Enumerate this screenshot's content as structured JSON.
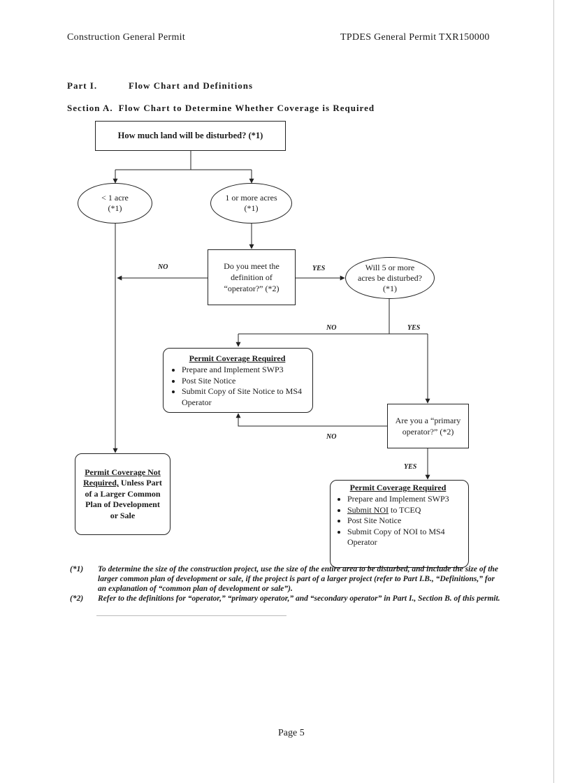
{
  "header": {
    "left": "Construction General Permit",
    "right": "TPDES General Permit TXR150000"
  },
  "part": {
    "label": "Part I.",
    "title": "Flow Chart and Definitions"
  },
  "section": {
    "label": "Section A.",
    "title": "Flow Chart to Determine Whether Coverage is Required"
  },
  "flowchart": {
    "start": "How much land will be disturbed? (*1)",
    "small_area": {
      "line1": "< 1 acre",
      "line2": "(*1)"
    },
    "large_area": {
      "line1": "1 or more acres",
      "line2": "(*1)"
    },
    "operator_question": {
      "line1": "Do you meet the",
      "line2": "definition of",
      "line3": "“operator?” (*2)"
    },
    "five_acres_question": {
      "line1": "Will 5 or more",
      "line2": "acres be disturbed?",
      "line3": "(*1)"
    },
    "primary_question": {
      "line1": "Are you a “primary",
      "line2": "operator?” (*2)"
    },
    "coverage_small": {
      "title": "Permit Coverage Required",
      "items": [
        "Prepare and Implement SWP3",
        "Post Site Notice",
        "Submit Copy of Site Notice to MS4 Operator"
      ]
    },
    "coverage_large": {
      "title": "Permit Coverage Required",
      "item1": "Prepare and Implement SWP3",
      "item2_underlined": "Submit NOI",
      "item2_rest": " to TCEQ",
      "item3": "Post Site Notice",
      "item4": "Submit Copy of NOI to MS4 Operator"
    },
    "not_required": {
      "underlined": "Permit Coverage Not Required,",
      "rest": " Unless Part of a Larger Common Plan of Development or Sale"
    },
    "labels": {
      "no_operator": "NO",
      "yes_operator": "YES",
      "no_five": "NO",
      "yes_five": "YES",
      "no_primary": "NO",
      "yes_primary": "YES"
    }
  },
  "notes": [
    {
      "key": "(*1)",
      "text": "To determine the size of the construction project, use the size of the entire area to be disturbed, and include the size of the larger common plan of development or sale, if the project is part of a larger project (refer to Part I.B., “Definitions,” for an explanation of “common plan of development or sale”)."
    },
    {
      "key": "(*2)",
      "text": "Refer to the definitions for “operator,” “primary operator,” and “secondary operator” in Part I., Section B. of this permit."
    }
  ],
  "footer": {
    "page": "Page 5"
  }
}
